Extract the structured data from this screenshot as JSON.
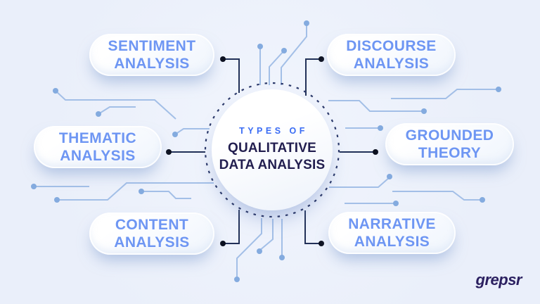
{
  "center": {
    "eyebrow": "TYPES OF",
    "title_line1": "QUALITATIVE",
    "title_line2": "DATA ANALYSIS"
  },
  "nodes": [
    {
      "id": "sentiment-analysis",
      "line1": "SENTIMENT",
      "line2": "ANALYSIS"
    },
    {
      "id": "discourse-analysis",
      "line1": "DISCOURSE",
      "line2": "ANALYSIS"
    },
    {
      "id": "thematic-analysis",
      "line1": "THEMATIC",
      "line2": "ANALYSIS"
    },
    {
      "id": "grounded-theory",
      "line1": "GROUNDED",
      "line2": "THEORY"
    },
    {
      "id": "content-analysis",
      "line1": "CONTENT",
      "line2": "ANALYSIS"
    },
    {
      "id": "narrative-analysis",
      "line1": "NARRATIVE",
      "line2": "ANALYSIS"
    }
  ],
  "footer": {
    "logo_text": "grepsr"
  },
  "colors": {
    "bg": "#eaeffa",
    "node_text": "#6e96f3",
    "eyebrow_text": "#3a6cf4",
    "title_text": "#221e4f",
    "dark_trace": "#223158",
    "dark_dot": "#0b0f1e",
    "light_trace": "#a3bfe7",
    "light_dot": "#84abdf",
    "ring": "#2c3a6b",
    "logo_text": "#2b2060"
  }
}
